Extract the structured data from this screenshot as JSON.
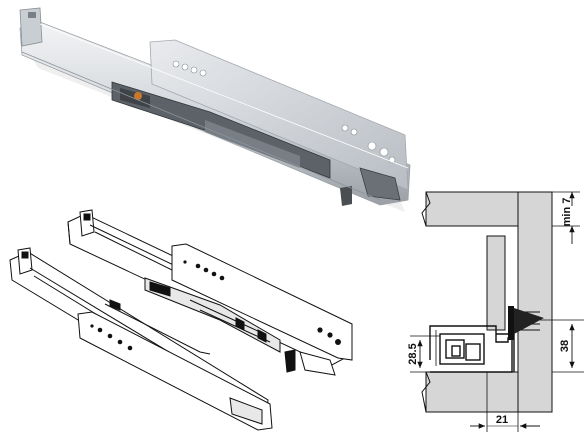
{
  "dimensions": {
    "min_gap": "min 7",
    "height_small": "28.5",
    "height_large": "38",
    "width_bottom": "21"
  },
  "colors": {
    "panel_gray": "#d6d6d6",
    "line_dark": "#111111",
    "metal_light": "#e3e6ea",
    "metal_mid": "#c4c8cd",
    "metal_dark": "#7e858c",
    "mechanism_dark": "#4b4f55",
    "accent_orange": "#c9772a"
  }
}
